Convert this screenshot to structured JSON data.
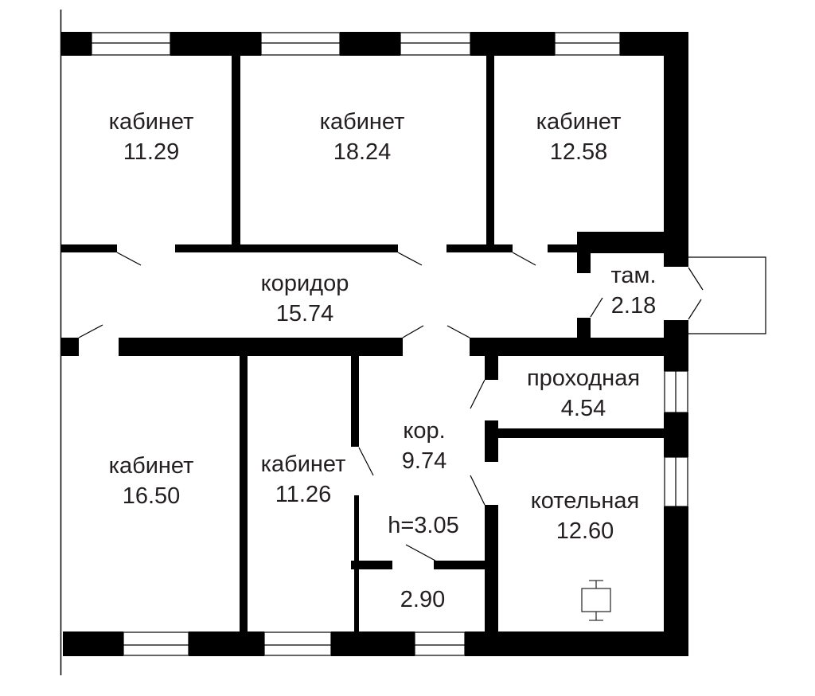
{
  "plan": {
    "ceiling_height": "h=3.05",
    "colors": {
      "wall": "#000000",
      "text": "#231f20",
      "background": "#ffffff"
    },
    "rooms": [
      {
        "id": "office-1",
        "name": "кабинет",
        "area": "11.29"
      },
      {
        "id": "office-2",
        "name": "кабинет",
        "area": "18.24"
      },
      {
        "id": "office-3",
        "name": "кабинет",
        "area": "12.58"
      },
      {
        "id": "corridor",
        "name": "коридор",
        "area": "15.74"
      },
      {
        "id": "vestibule",
        "name": "там.",
        "area": "2.18"
      },
      {
        "id": "passage",
        "name": "проходная",
        "area": "4.54"
      },
      {
        "id": "office-4",
        "name": "кабинет",
        "area": "16.50"
      },
      {
        "id": "office-5",
        "name": "кабинет",
        "area": "11.26"
      },
      {
        "id": "corridor-2",
        "name": "кор.",
        "area": "9.74"
      },
      {
        "id": "boiler-room",
        "name": "котельная",
        "area": "12.60"
      },
      {
        "id": "small-room",
        "name": "",
        "area": "2.90"
      }
    ],
    "symbols": [
      {
        "id": "boiler",
        "icon": "boiler-symbol-icon"
      }
    ]
  }
}
